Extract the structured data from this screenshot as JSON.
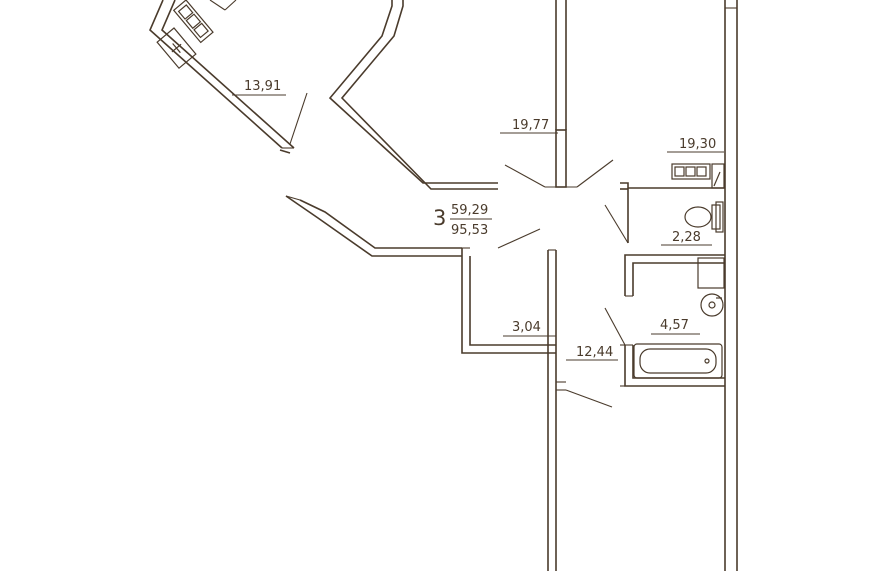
{
  "colors": {
    "line": "#4a3b2c",
    "background": "#ffffff"
  },
  "apartment": {
    "rooms_count": "3",
    "living_area": "59,29",
    "total_area": "95,53"
  },
  "rooms": [
    {
      "id": "kitchen",
      "area": "13,91"
    },
    {
      "id": "living-room",
      "area": "19,77"
    },
    {
      "id": "bedroom-right",
      "area": "19,30"
    },
    {
      "id": "toilet",
      "area": "2,28"
    },
    {
      "id": "bathroom",
      "area": "4,57"
    },
    {
      "id": "hall",
      "area": "3,04"
    },
    {
      "id": "bedroom-bottom",
      "area": "12,44"
    }
  ]
}
